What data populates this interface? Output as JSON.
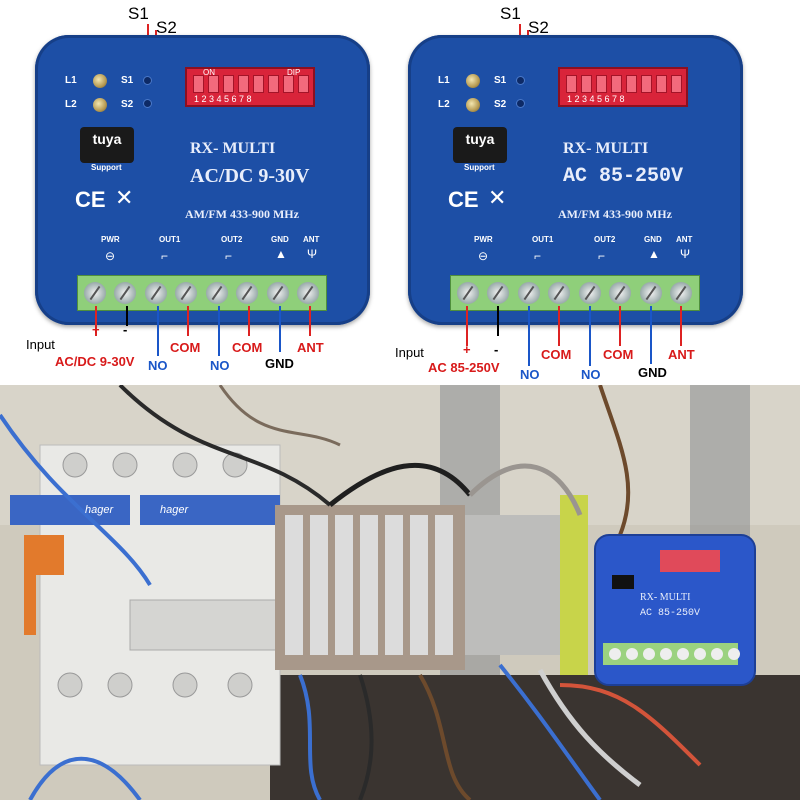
{
  "diagrams": [
    {
      "s1": "S1",
      "s2": "S2",
      "leds": [
        "L1",
        "L2"
      ],
      "switches": [
        "S1",
        "S2"
      ],
      "dip_on": "ON",
      "dip_tag": "DIP",
      "dip_numbers": "1 2 3 4 5 6 7 8",
      "brand": "tuya",
      "brand_sub": "Support",
      "model": "RX- MULTI",
      "voltage": "AC/DC 9-30V",
      "freq": "AM/FM 433-900 MHz",
      "ce": "CE",
      "terminals": [
        "PWR",
        "OUT1",
        "OUT2",
        "GND",
        "ANT"
      ],
      "input": "Input",
      "plus": "+",
      "minus": "-",
      "supply": "AC/DC 9-30V",
      "no1": "NO",
      "com1": "COM",
      "no2": "NO",
      "com2": "COM",
      "gnd": "GND",
      "ant": "ANT"
    },
    {
      "s1": "S1",
      "s2": "S2",
      "leds": [
        "L1",
        "L2"
      ],
      "switches": [
        "S1",
        "S2"
      ],
      "dip_on": "",
      "dip_tag": "",
      "dip_numbers": "1 2 3 4 5 6 7 8",
      "brand": "tuya",
      "brand_sub": "Support",
      "model": "RX- MULTI",
      "voltage": "AC 85-250V",
      "freq": "AM/FM 433-900 MHz",
      "ce": "CE",
      "terminals": [
        "PWR",
        "OUT1",
        "OUT2",
        "GND",
        "ANT"
      ],
      "input": "Input",
      "plus": "+",
      "minus": "-",
      "supply": "AC 85-250V",
      "no1": "NO",
      "com1": "COM",
      "no2": "NO",
      "com2": "COM",
      "gnd": "GND",
      "ant": "ANT"
    }
  ],
  "photo": {
    "breaker_brand": "hager",
    "module_model": "RX- MULTI",
    "module_voltage": "AC 85-250V",
    "colors": {
      "blue_module": "#2b57c9",
      "terminal_green": "#9bd27f",
      "breaker_white": "#e9e9e6",
      "orange_lever": "#e27a2c"
    }
  }
}
